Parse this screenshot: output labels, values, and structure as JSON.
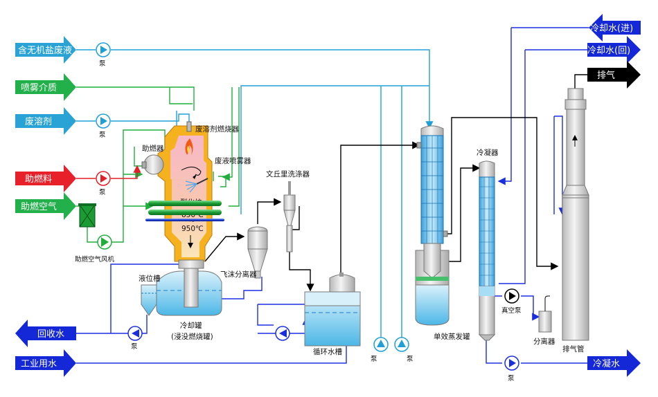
{
  "inputs": {
    "inorganic_waste": "含无机盐废液",
    "spray_medium": "喷雾介质",
    "waste_solvent": "废溶剂",
    "aux_fuel": "助燃料",
    "aux_air": "助燃空气"
  },
  "outputs": {
    "recycled_water": "回收水",
    "industrial_water": "工业用水",
    "cooling_water_in": "冷却水(进)",
    "cooling_water_out": "冷却水(回)",
    "exhaust": "排气",
    "condensate": "冷凝水"
  },
  "equipment": {
    "solvent_burner": "废溶剂燃烧器",
    "aux_burner": "助燃器",
    "liquid_atomizer": "废液喷雾器",
    "cracking_furnace": "裂化炉",
    "temp_top": "850℃",
    "temp_mid": "~",
    "temp_bottom": "950℃",
    "venturi": "文丘里洗涤器",
    "mist_separator": "飞沫分离器",
    "level_tank": "液位槽",
    "cooling_tank": "冷却罐",
    "cooling_tank_sub": "(浸没燃烧罐)",
    "circulating_tank": "循环水槽",
    "evaporator": "单效蒸发罐",
    "condenser": "冷凝器",
    "vacuum_pump": "真空泵",
    "separator": "分离器",
    "exhaust_stack": "排气管",
    "fan": "助燃空气风机",
    "pump": "泵"
  },
  "colors": {
    "cyan": "#29a3d6",
    "green": "#22b04a",
    "red": "#e8202a",
    "blue": "#1428d8",
    "black": "#000000",
    "pipe_cyan": "#1e9fd8",
    "pipe_green": "#1fae3c",
    "pipe_red": "#e21e26",
    "pipe_blue": "#1a2ee0"
  }
}
